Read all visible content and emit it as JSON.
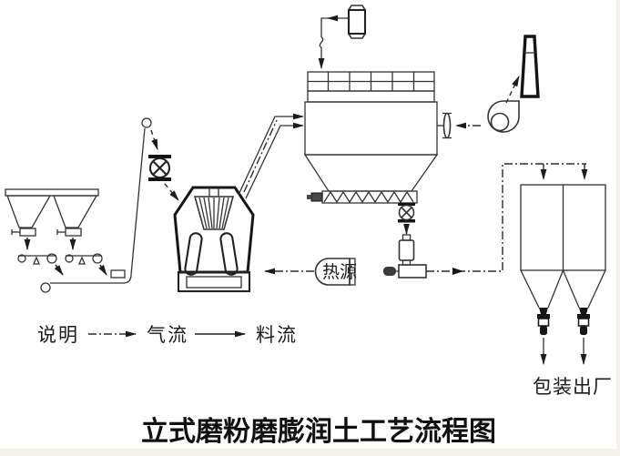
{
  "page": {
    "background_color": "#ffffff",
    "footer_bar_color": "#f5f2e9"
  },
  "diagram": {
    "title": "立式磨粉磨膨润土工艺流程图",
    "heat_source_label": "热源",
    "packaging_label": "包装出厂",
    "legend": {
      "caption": "说明",
      "air_flow": "气流",
      "material_flow": "料流",
      "air_flow_style": "dash-dot-arrow",
      "material_flow_style": "solid-arrow"
    },
    "colors": {
      "line": "#333333",
      "thick_line": "#161616",
      "text": "#1b1b1b"
    },
    "equipment_icons": [
      "feed-hopper-left-icon",
      "feed-hopper-right-icon",
      "vibrating-feeder-icon",
      "belt-conveyor-icon",
      "bucket-elevator-icon",
      "rotary-airlock-valve-icon",
      "vertical-roller-mill-icon",
      "pulse-bag-collector-icon",
      "screw-conveyor-icon",
      "discharge-airlock-icon",
      "pneumatic-blower-icon",
      "damper-valve-icon",
      "centrifugal-fan-icon",
      "exhaust-stack-icon",
      "surge-tank-icon",
      "product-silo-left-icon",
      "product-silo-right-icon",
      "bagging-valve-icon"
    ]
  }
}
